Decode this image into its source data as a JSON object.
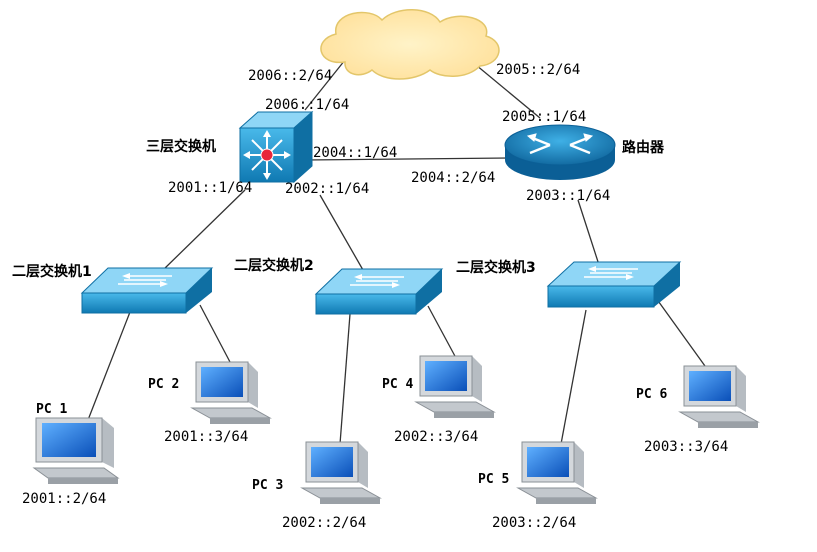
{
  "devices": {
    "l3_switch": "三层交换机",
    "router": "路由器",
    "switch1": "二层交换机1",
    "switch2": "二层交换机2",
    "switch3": "二层交换机3",
    "pc1": "PC 1",
    "pc2": "PC 2",
    "pc3": "PC 3",
    "pc4": "PC 4",
    "pc5": "PC 5",
    "pc6": "PC 6"
  },
  "addresses": {
    "cloud_l3": "2006::2/64",
    "l3_cloud": "2006::1/64",
    "cloud_router": "2005::2/64",
    "router_cloud": "2005::1/64",
    "l3_router": "2004::1/64",
    "router_l3": "2004::2/64",
    "l3_sw1": "2001::1/64",
    "l3_sw2": "2002::1/64",
    "router_sw3": "2003::1/64",
    "pc1": "2001::2/64",
    "pc2": "2001::3/64",
    "pc3": "2002::2/64",
    "pc4": "2002::3/64",
    "pc5": "2003::2/64",
    "pc6": "2003::3/64"
  },
  "colors": {
    "cloud_fill": "#ffe9a8",
    "cloud_stroke": "#e3c66a",
    "device_blue": "#1a9ad6",
    "device_dark": "#0f6fa3",
    "device_light": "#7fd0f4",
    "monitor_bezel": "#c8ccd0",
    "monitor_screen": "#1e6fd9",
    "link": "#333333"
  }
}
